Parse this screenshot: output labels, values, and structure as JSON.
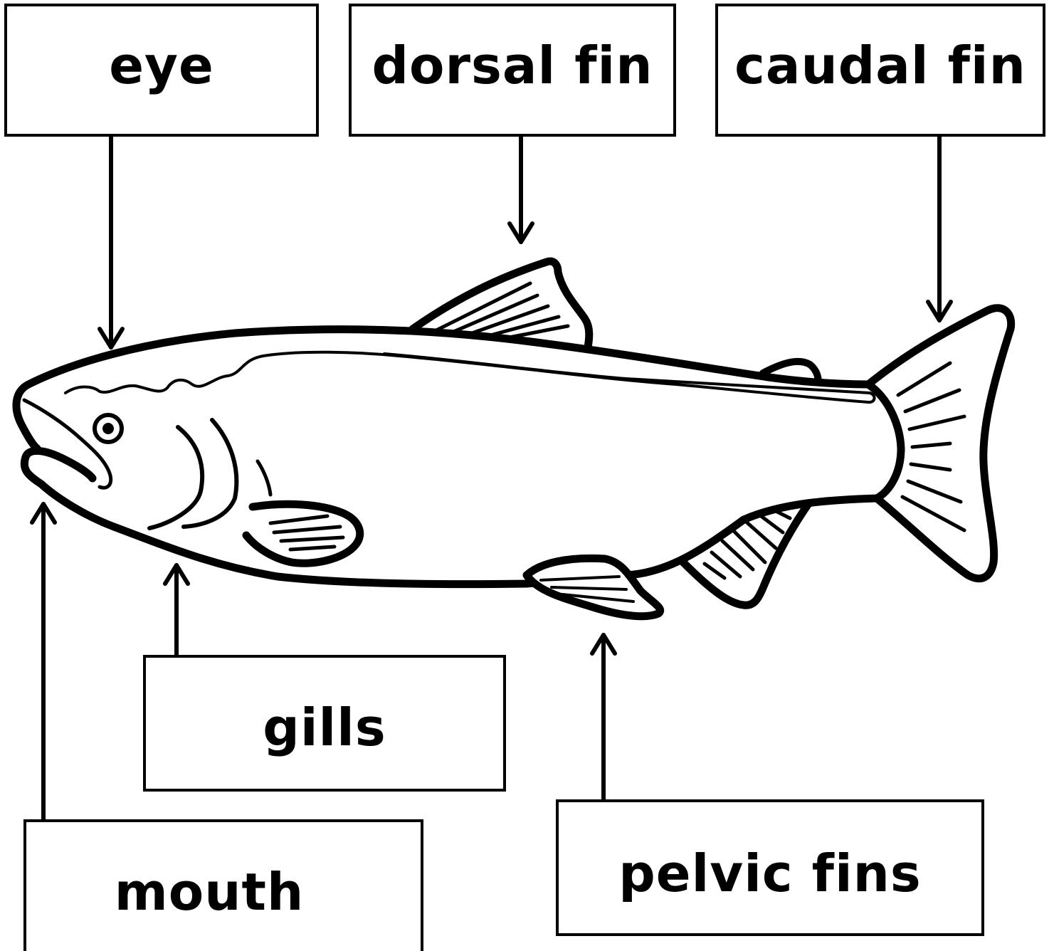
{
  "labels": {
    "eye": "eye",
    "dorsal_fin": "dorsal fin",
    "caudal_fin": "caudal fin",
    "gills": "gills",
    "mouth": "mouth",
    "pelvic_fins": "pelvic fins"
  },
  "colors": {
    "line": "#000000",
    "background": "#ffffff"
  }
}
